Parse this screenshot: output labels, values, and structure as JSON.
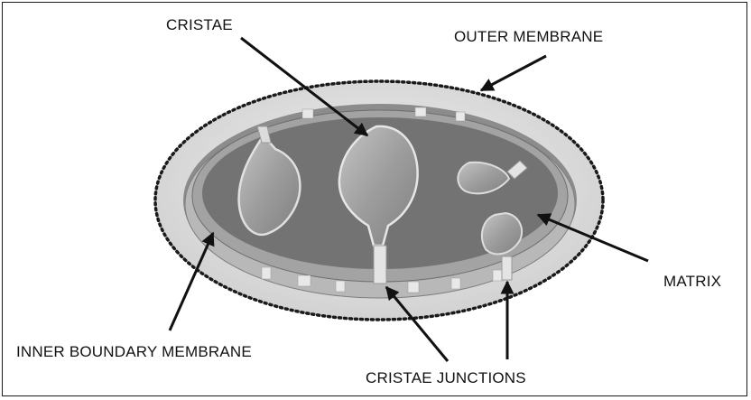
{
  "labels": {
    "cristae": "CRISTAE",
    "outer_membrane": "OUTER MEMBRANE",
    "matrix": "MATRIX",
    "inner_boundary_membrane": "INNER BOUNDARY MEMBRANE",
    "cristae_junctions": "CRISTAE JUNCTIONS"
  },
  "colors": {
    "outer_membrane": "#dcdcdc",
    "rim": "#a9a9a9",
    "matrix": "#737373",
    "cristae": "#9a9a9a",
    "arrow": "#111111"
  }
}
